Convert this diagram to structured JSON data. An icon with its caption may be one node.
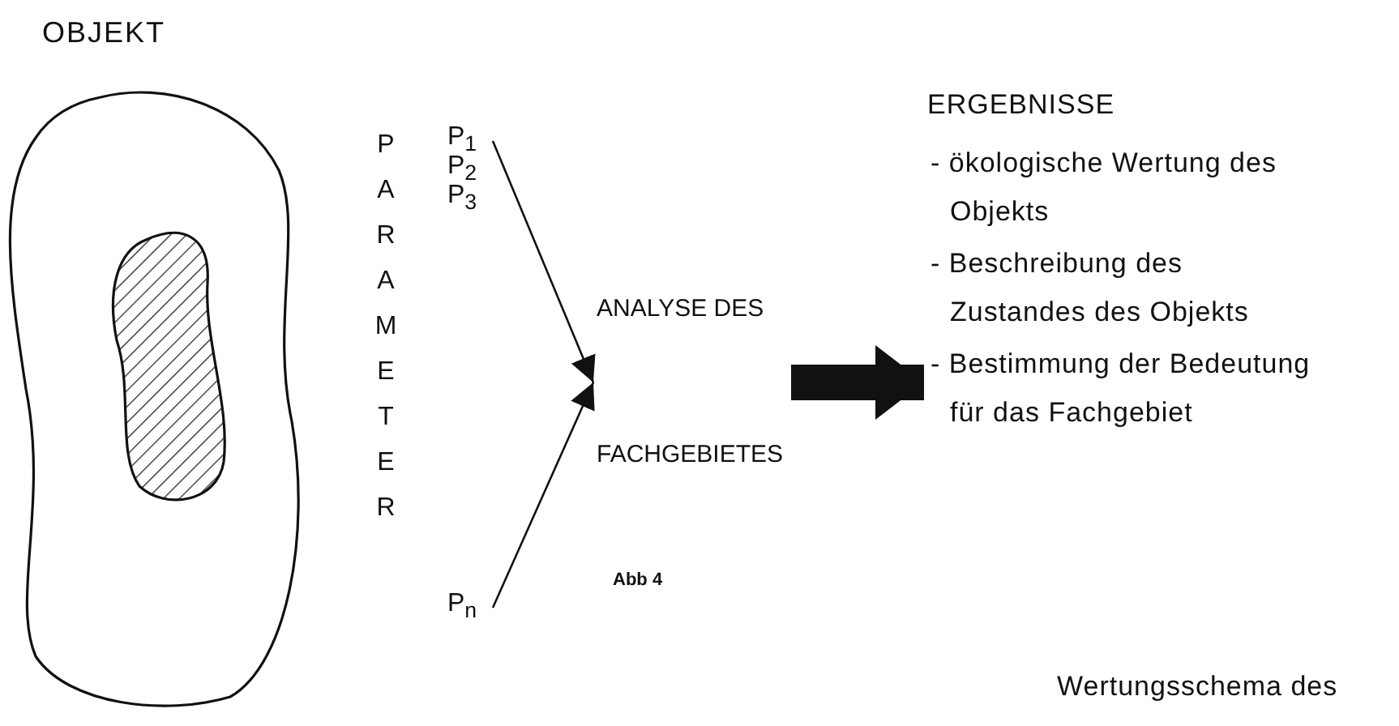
{
  "diagram": {
    "caption": "Wertungsschema des",
    "nodes": [
      {
        "text": [
          "OBJEKT"
        ]
      },
      {
        "text": [
          "P$_{1}$"
        ]
      },
      {
        "text": [
          "P$_{2}$"
        ]
      },
      {
        "text": [
          "P$_{3}$"
        ]
      },
      {
        "text": [
          "P$_{n}$"
        ]
      },
      {
        "text": [
          "ANALYSE DES FACHGEBIETES"
        ]
      },
      {
        "text": [
          "ERGEBNISSE",
          "- ökologische Wertung des Objekts",
          "- Beschreibung des Zustandes des Objekts",
          "- Bestimmung der Bedeutung für das Fachgebiet"
        ]
      }
    ],
    "edges": [
      {
        "from": 1,
        "to": 5,
        "arrow": "to"
      },
      {
        "from": 4,
        "to": 5,
        "arrow": "to"
      },
      {
        "from": 5,
        "to": 6,
        "arrow": "to",
        "style": "thick"
      }
    ],
    "labels": [
      "PARAMETER",
      "Abb 4"
    ]
  }
}
